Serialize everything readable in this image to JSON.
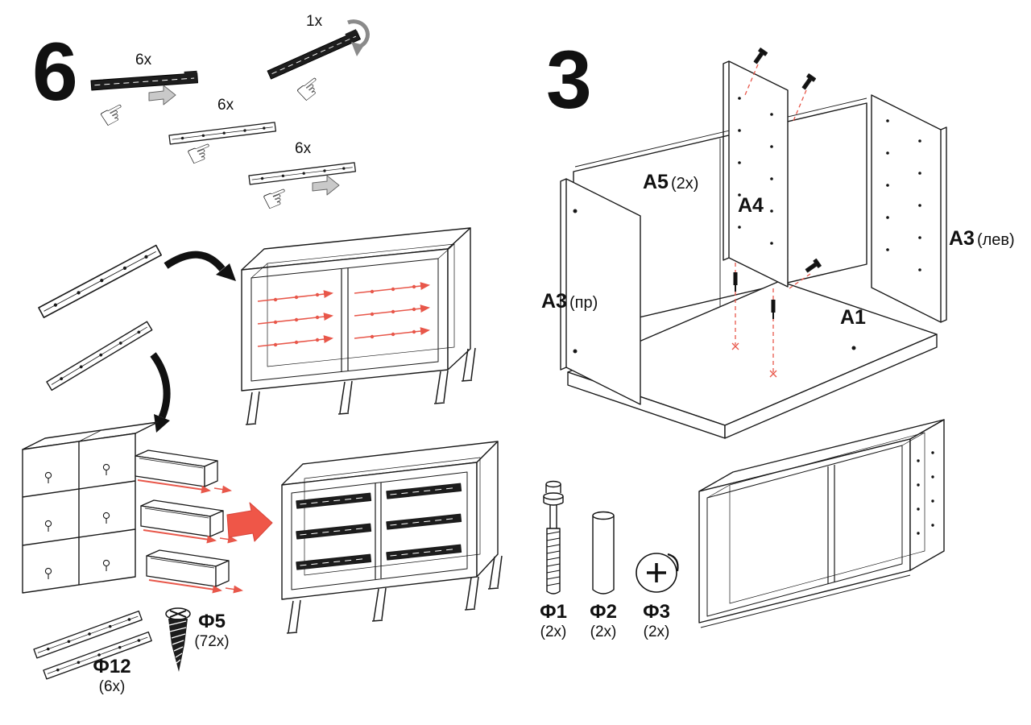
{
  "icons": {
    "hand": "☞"
  },
  "colors": {
    "line": "#1a1a1a",
    "red": "#e8574a",
    "gray": "#8a8a8a"
  },
  "step6": {
    "number": "6",
    "qty_detail": "1x",
    "qty_rail_top": "6x",
    "qty_rail_mid": "6x",
    "qty_rail_bottom": "6x",
    "hardware": [
      {
        "code": "Ф12",
        "qty": "(6x)"
      },
      {
        "code": "Ф5",
        "qty": "(72x)"
      }
    ]
  },
  "step3": {
    "number": "3",
    "parts": [
      {
        "code": "A5",
        "qty": "(2x)"
      },
      {
        "code": "A4",
        "qty": ""
      },
      {
        "code": "A3",
        "qty": "(лев)"
      },
      {
        "code": "A3",
        "qty": "(пр)"
      },
      {
        "code": "A1",
        "qty": ""
      }
    ],
    "hardware": [
      {
        "code": "Ф1",
        "qty": "(2x)"
      },
      {
        "code": "Ф2",
        "qty": "(2x)"
      },
      {
        "code": "Ф3",
        "qty": "(2x)"
      }
    ]
  }
}
